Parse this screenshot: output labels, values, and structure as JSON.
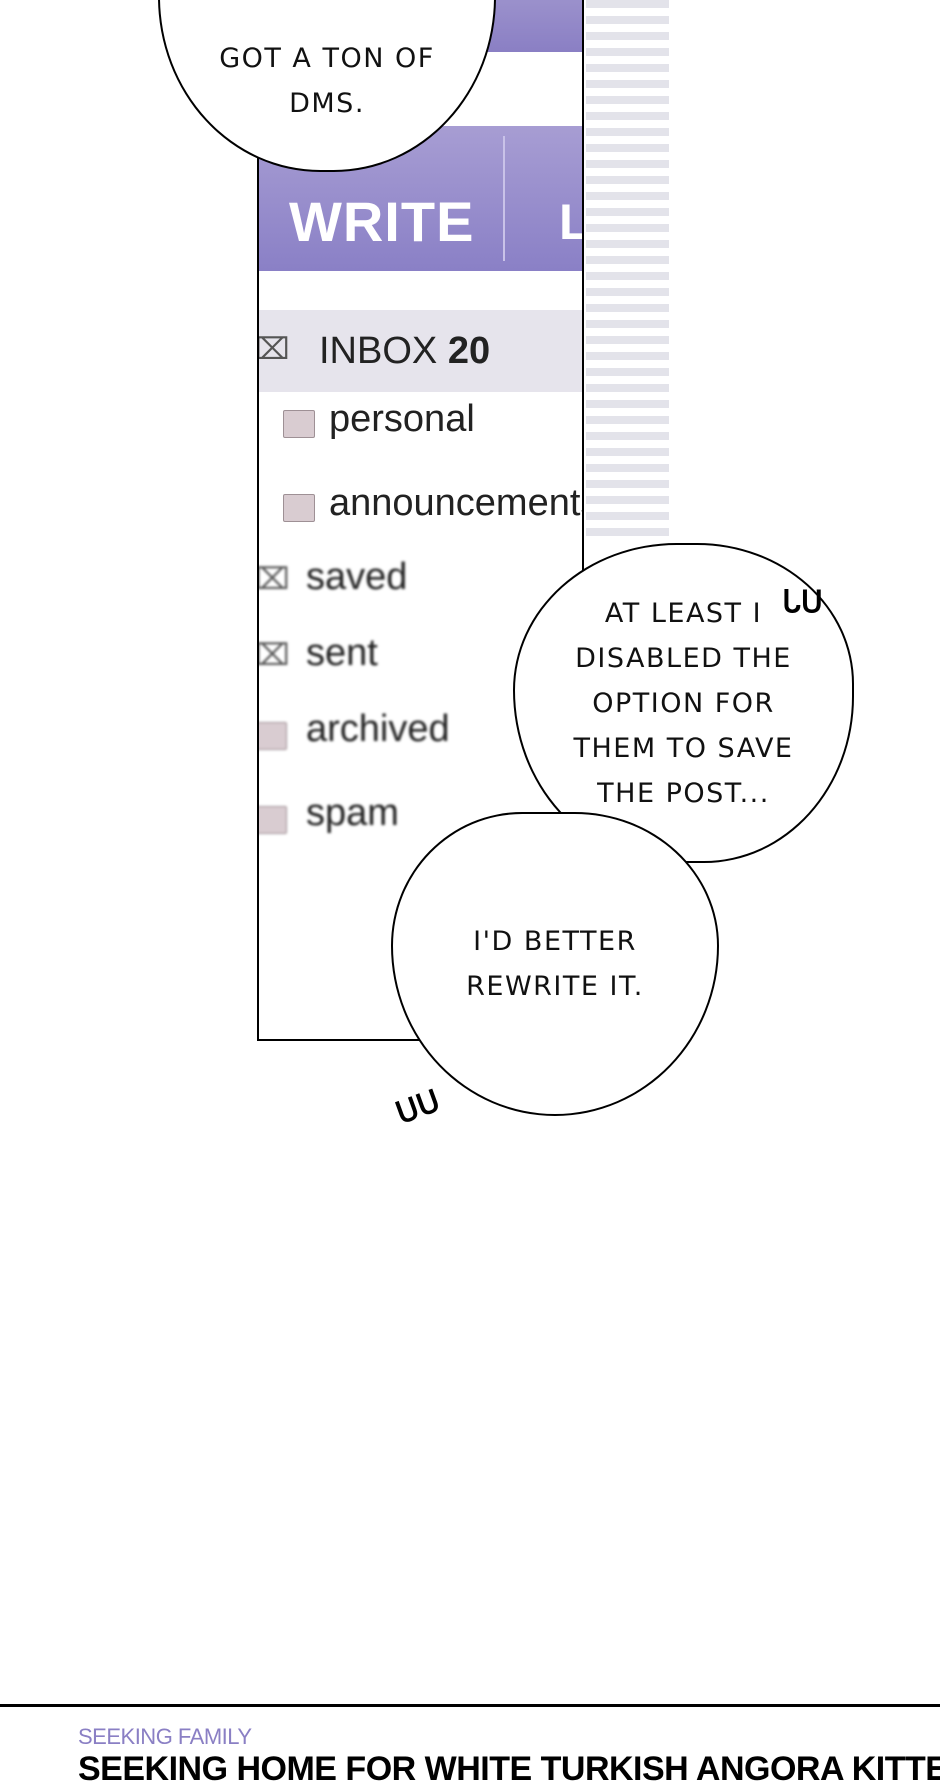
{
  "mail_panel": {
    "write_button": "WRITE",
    "partial_nav_label": "L",
    "folders": [
      {
        "label": "INBOX",
        "count": "20",
        "icon": "envelope-icon"
      },
      {
        "label": "personal",
        "icon": "folder-icon"
      },
      {
        "label": "announcements",
        "icon": "folder-icon"
      },
      {
        "label": "saved",
        "icon": "envelope-icon"
      },
      {
        "label": "sent",
        "icon": "envelope-icon"
      },
      {
        "label": "archived",
        "icon": "folder-icon"
      },
      {
        "label": "spam",
        "icon": "folder-icon"
      }
    ],
    "accent_color": "#8a7fc4"
  },
  "speech_bubbles": [
    "GOT A TON OF DMS.",
    "AT LEAST I DISABLED THE OPTION FOR THEM TO SAVE THE POST...",
    "I'D BETTER REWRITE IT."
  ],
  "footer": {
    "kicker": "SEEKING FAMILY",
    "headline": "SEEKING HOME FOR WHITE TURKISH ANGORA KITTEN"
  }
}
